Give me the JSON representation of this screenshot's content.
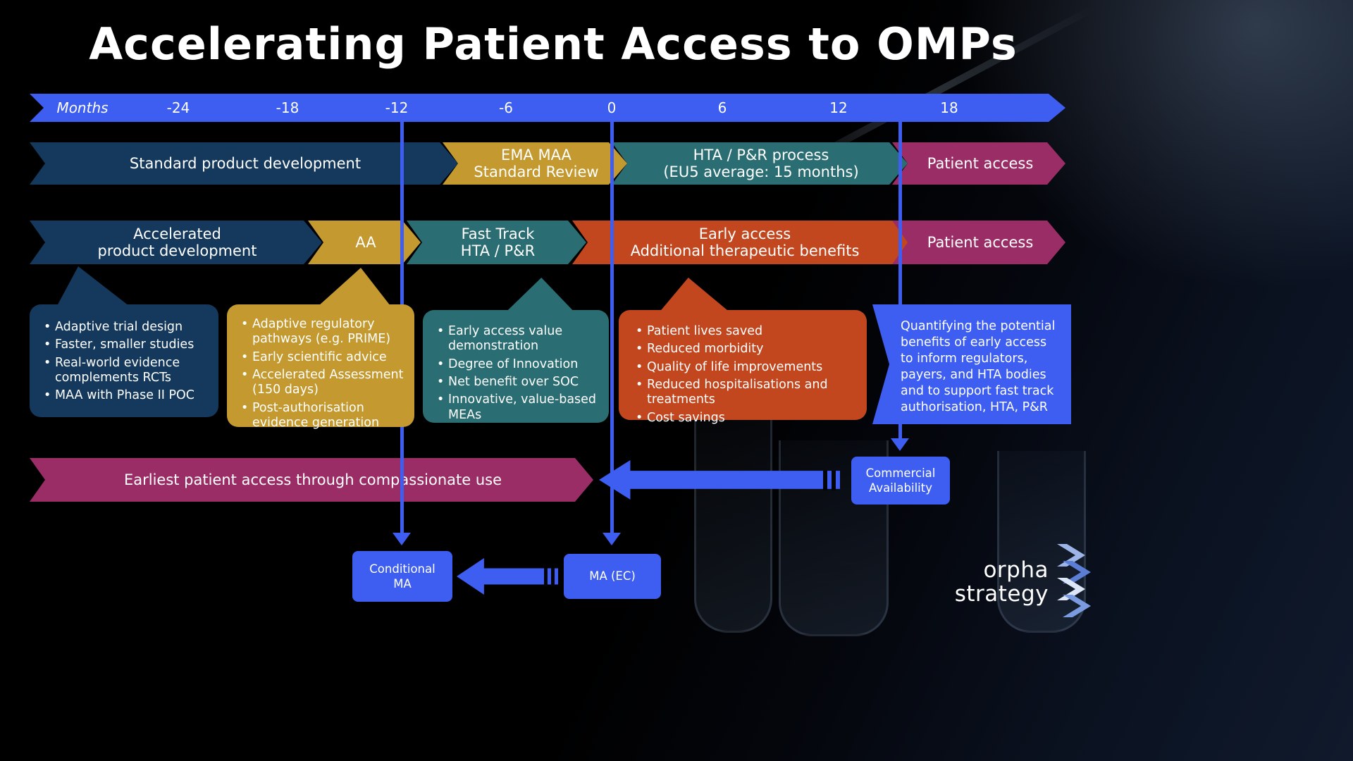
{
  "title": "Accelerating Patient Access to OMPs",
  "timeline": {
    "axis_label": "Months",
    "ticks": [
      "-24",
      "-18",
      "-12",
      "-6",
      "0",
      "6",
      "12",
      "18"
    ]
  },
  "standard_row": {
    "development": "Standard product development",
    "review": "EMA MAA\nStandard Review",
    "hta": "HTA / P&R process\n(EU5 average: 15 months)",
    "access": "Patient access"
  },
  "accelerated_row": {
    "development": "Accelerated\nproduct development",
    "aa": "AA",
    "fast_track": "Fast Track\nHTA / P&R",
    "early_access": "Early access\nAdditional therapeutic benefits",
    "access": "Patient access"
  },
  "callouts": {
    "development": {
      "items": [
        "Adaptive trial design",
        "Faster, smaller studies",
        "Real-world evidence complements RCTs",
        "MAA with Phase II POC"
      ]
    },
    "regulatory": {
      "items": [
        "Adaptive regulatory pathways (e.g. PRIME)",
        "Early scientific advice",
        "Accelerated Assessment (150 days)",
        "Post-authorisation evidence generation"
      ]
    },
    "hta": {
      "items": [
        "Early access value demonstration",
        "Degree of Innovation",
        "Net benefit over SOC",
        "Innovative, value-based MEAs"
      ]
    },
    "benefits": {
      "items": [
        "Patient lives saved",
        "Reduced morbidity",
        "Quality of life improvements",
        "Reduced hospitalisations and treatments",
        "Cost savings"
      ]
    },
    "quantify": {
      "text": "Quantifying the potential benefits of early access to inform regulators, payers, and HTA bodies and to support fast track authorisation, HTA, P&R"
    }
  },
  "compassionate_label": "Earliest patient access through compassionate use",
  "milestones": {
    "commercial": "Commercial\nAvailability",
    "conditional_ma": "Conditional\nMA",
    "ma_ec": "MA (EC)"
  },
  "logo": {
    "line1": "orpha",
    "line2": "strategy"
  },
  "colors": {
    "accent_blue": "#3D5EF0",
    "navy": "#14395C",
    "gold": "#C49A30",
    "teal": "#2A6E73",
    "orange": "#C2471F",
    "magenta": "#9A2D66",
    "background": "#000000",
    "text": "#FFFFFF"
  }
}
